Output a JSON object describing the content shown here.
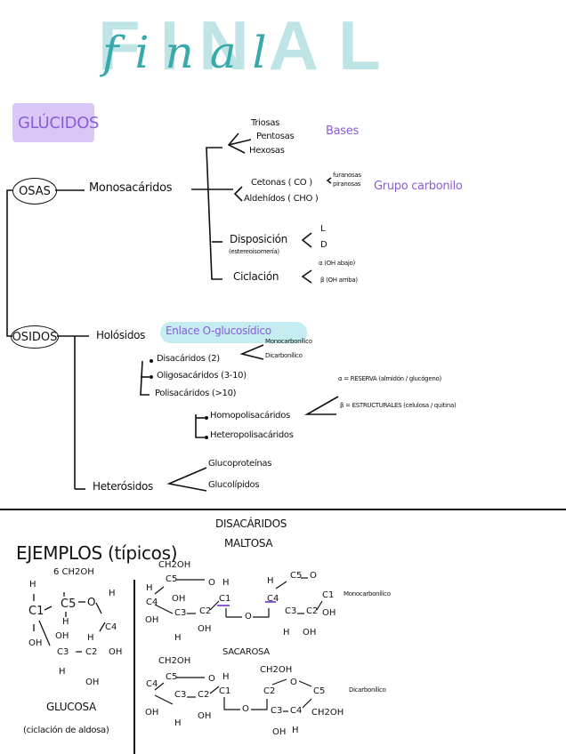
{
  "title": {
    "block": "FINAL",
    "script": "final"
  },
  "heading": "GLÚCIDOS",
  "colors": {
    "title_block": "#bfe4e6",
    "title_script": "#3aa9ab",
    "heading_highlight": "#d9c8f7",
    "purple_text": "#8b5cd6",
    "enlace_highlight": "#c5ecf1"
  },
  "osas": {
    "label": "OSAS",
    "child": "Monosacáridos",
    "by_carbons": [
      "Triosas",
      "Pentosas",
      "Hexosas"
    ],
    "by_carbons_note": "Bases",
    "by_group": [
      "Cetonas ( CO )",
      "Aldehídos ( CHO )"
    ],
    "cetonas_sub": [
      "furanosas",
      "piranosas"
    ],
    "by_group_note": "Grupo carbonilo",
    "disposicion": "Disposición",
    "disposicion_sub": "(estereoisomería)",
    "disposicion_options": [
      "L",
      "D"
    ],
    "ciclacion": "Ciclación",
    "ciclacion_options": [
      "α (OH abajo)",
      "β (OH arriba)"
    ]
  },
  "osidos": {
    "label": "ÓSIDOS",
    "holosidos": "Holósidos",
    "enlace": "Enlace O-glucosídico",
    "disacaridos": "Disacáridos (2)",
    "disacaridos_types": [
      "Monocarbonílico",
      "Dicarbonílico"
    ],
    "oligosacaridos": "Oligosacáridos (3-10)",
    "polisacaridos": "Polisacáridos (>10)",
    "homopolisacaridos": "Homopolisacáridos",
    "heteropolisacaridos": "Heteropolisacáridos",
    "homo_types": [
      "α = RESERVA (almidón / glucógeno)",
      "β = ESTRUCTURALES (celulosa / quitina)"
    ],
    "heterosidos": "Heterósidos",
    "heterosidos_types": [
      "Glucoproteínas",
      "Glucolípidos"
    ]
  },
  "examples": {
    "heading": "EJEMPLOS (típicos)",
    "glucosa": {
      "name": "GLUCOSA",
      "caption": "(ciclación de aldosa)",
      "atoms": [
        "H",
        "6 CH2OH",
        "C1",
        "C5",
        "O",
        "H",
        "OH",
        "H",
        "C4",
        "OH",
        "C3",
        "-",
        "C2",
        "H",
        "OH",
        "H",
        "OH"
      ]
    }
  },
  "disacaridos": {
    "heading": "DISACÁRIDOS",
    "maltosa": {
      "name": "MALTOSA",
      "type": "Monocarbonílico"
    },
    "sacarosa": {
      "name": "SACAROSA",
      "type": "Dicarbonílico"
    },
    "atoms": {
      "ch2oh": "CH2OH",
      "c1": "C1",
      "c2": "C2",
      "c3": "C3",
      "c4": "C4",
      "c5": "C5",
      "o": "O",
      "h": "H",
      "oh": "OH"
    }
  }
}
